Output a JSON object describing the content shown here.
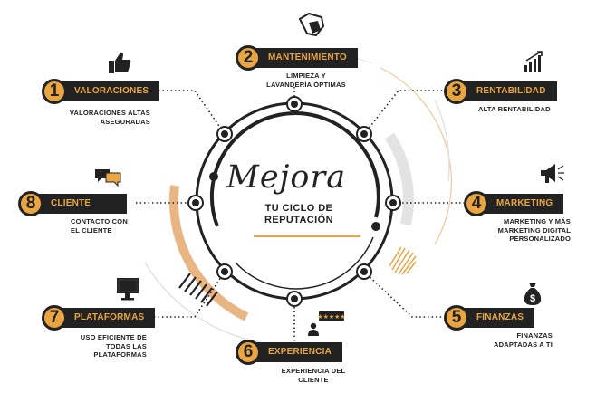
{
  "center": {
    "title": "Mejora",
    "subtitle_line1": "TU CICLO DE",
    "subtitle_line2": "REPUTACIÓN"
  },
  "items": [
    {
      "number": "1",
      "label": "VALORACIONES",
      "desc1": "VALORACIONES ALTAS",
      "desc2": "ASEGURADAS",
      "icon": "thumbs-up-icon"
    },
    {
      "number": "2",
      "label": "MANTENIMIENTO",
      "desc1": "LIMPIEZA Y",
      "desc2": "LAVANDERÍA ÓPTIMAS",
      "icon": "cleaning-hand-icon"
    },
    {
      "number": "3",
      "label": "RENTABILIDAD",
      "desc1": "ALTA RENTABILIDAD",
      "icon": "growth-chart-icon"
    },
    {
      "number": "4",
      "label": "MARKETING",
      "desc1": "MARKETING Y MÁS",
      "desc2": "MARKETING DIGITAL",
      "desc3": "PERSONALIZADO",
      "icon": "megaphone-icon"
    },
    {
      "number": "5",
      "label": "FINANZAS",
      "desc1": "FINANZAS",
      "desc2": "ADAPTADAS A TI",
      "icon": "money-bag-icon"
    },
    {
      "number": "6",
      "label": "EXPERIENCIA",
      "desc1": "EXPERIENCIA DEL",
      "desc2": "CLIENTE",
      "icon": "rating-person-icon"
    },
    {
      "number": "7",
      "label": "PLATAFORMAS",
      "desc1": "USO EFICIENTE DE",
      "desc2": "TODAS LAS",
      "desc3": "PLATAFORMAS",
      "icon": "monitor-icon"
    },
    {
      "number": "8",
      "label": "CLIENTE",
      "desc1": "CONTACTO CON",
      "desc2": "EL CLIENTE",
      "icon": "chat-bubbles-icon"
    }
  ],
  "colors": {
    "accent": "#e9a542",
    "dark": "#222222",
    "light_gray": "#e3e3e3"
  }
}
